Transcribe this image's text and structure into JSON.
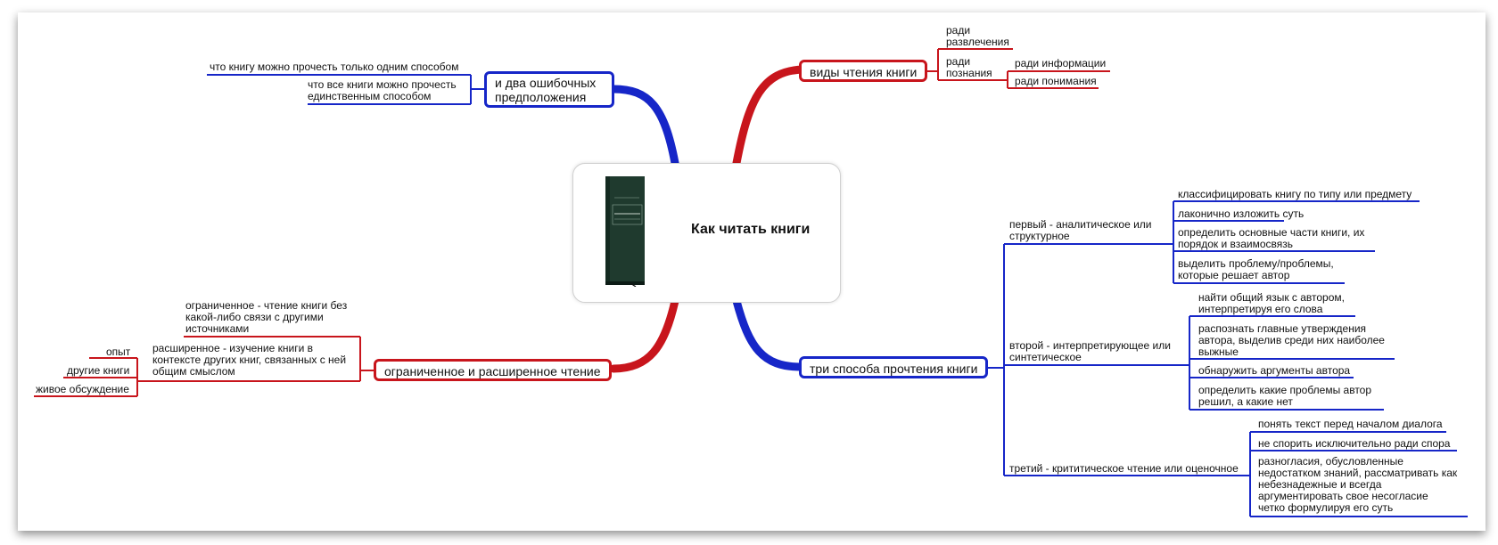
{
  "center": {
    "title": "Как читать книги",
    "book_cover_text": [
      "МОРТИМЕР АДЛЕР",
      "КАК ЧИТАТЬ КНИГИ",
      "Руководство по чтению великих произведений"
    ]
  },
  "colors": {
    "red": "#c8151c",
    "blue": "#1626c8",
    "center_border": "#d0d0d0"
  },
  "branches": {
    "views": {
      "label": "виды чтения книги",
      "items": {
        "entertainment": "ради\nразвлечения",
        "knowledge": "ради\nпознания",
        "information": "ради информации",
        "understanding": "ради понимания"
      }
    },
    "errors": {
      "label": "и два ошибочных\nпредположения",
      "items": {
        "one_way": "что книгу можно прочесть только одним способом",
        "all_books": "что все книги можно прочесть\nединственным способом"
      }
    },
    "limited": {
      "label": "ограниченное и расширенное чтение",
      "items": {
        "limited_def": "ограниченное - чтение книги без\nкакой-либо связи с другими\nисточниками",
        "extended_def": "расширенное - изучение книги в\nконтексте других книг, связанных с ней\nобщим смыслом",
        "experience": "опыт",
        "other_books": "другие книги",
        "discussion": "живое обсуждение"
      }
    },
    "methods": {
      "label": "три способа прочтения книги",
      "first": {
        "label": "первый - аналитическое или\nструктурное",
        "items": [
          "классифицировать книгу по типу или предмету",
          "лаконично изложить суть",
          "определить основные части книги, их\nпорядок и взаимосвязь",
          "выделить проблему/проблемы,\nкоторые решает автор"
        ]
      },
      "second": {
        "label": "второй - интерпретирующее или\nсинтетическое",
        "items": [
          "найти общий язык с автором,\nинтерпретируя его слова",
          "распознать главные утверждения\nавтора, выделив среди них наиболее\nвыжные",
          "обнаружить аргументы автора",
          "определить какие проблемы автор\nрешил, а какие нет"
        ]
      },
      "third": {
        "label": "третий - крититическое чтение или оценочное",
        "items": [
          "понять текст перед началом диалога",
          "не спорить исключительно ради спора",
          "разногласия, обусловленные\nнедостатком знаний, рассматривать как\nнебезнадежные и всегда\nаргументировать свое несогласие\nчетко формулируя его суть"
        ]
      }
    }
  }
}
